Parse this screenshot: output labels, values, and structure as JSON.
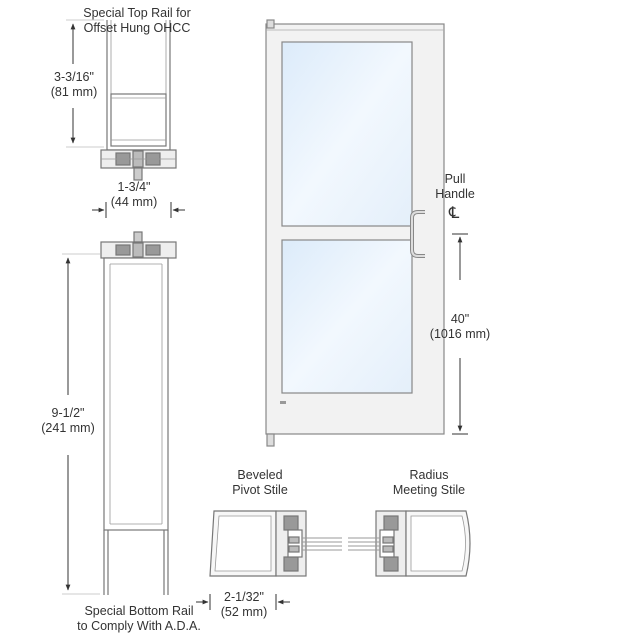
{
  "labels": {
    "top_rail": [
      "Special Top Rail for",
      "Offset Hung OHCC"
    ],
    "top_rail_height": [
      "3-3/16\"",
      "(81 mm)"
    ],
    "stile_depth": [
      "1-3/4\"",
      "(44 mm)"
    ],
    "bottom_rail_height": [
      "9-1/2\"",
      "(241 mm)"
    ],
    "bottom_rail": [
      "Special Bottom Rail",
      "to Comply With A.D.A."
    ],
    "pull_handle": [
      "Pull",
      "Handle"
    ],
    "centerline_symbol": "℄",
    "handle_height": [
      "40\"",
      "(1016 mm)"
    ],
    "beveled_stile": [
      "Beveled",
      "Pivot Stile"
    ],
    "radius_stile": [
      "Radius",
      "Meeting Stile"
    ],
    "stile_width": [
      "2-1/32\"",
      "(52 mm)"
    ]
  },
  "colors": {
    "stroke": "#777777",
    "frame_fill": "#f4f4f4",
    "glass": "#e8f2fb",
    "dim_line": "#333333",
    "text": "#333333"
  }
}
